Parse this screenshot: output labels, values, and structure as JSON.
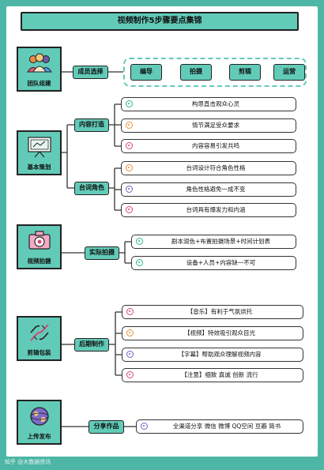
{
  "title": "视频制作5步骤要点集锦",
  "sections": [
    {
      "label": "团队组建",
      "icon": "team-icon"
    },
    {
      "label": "基本策划",
      "icon": "presentation-icon"
    },
    {
      "label": "视频拍摄",
      "icon": "camera-icon"
    },
    {
      "label": "剪辑包装",
      "icon": "dna-icon"
    },
    {
      "label": "上传发布",
      "icon": "globe-icon"
    }
  ],
  "team": {
    "category": "成员选择",
    "roles": [
      "编导",
      "拍摄",
      "剪辑",
      "运营"
    ]
  },
  "planning": {
    "content": {
      "category": "内容打造",
      "items": [
        "构思直击观众心灵",
        "情节满足受众要求",
        "内容容易引发共鸣"
      ]
    },
    "lines": {
      "category": "台词角色",
      "items": [
        "台词设计符合角色性格",
        "角色性格避免一成不变",
        "台词具有爆发力和内涵"
      ]
    }
  },
  "shooting": {
    "category": "实际拍摄",
    "items": [
      "剧本润色+布置拍摄场景+时间计划表",
      "设备+人员+内容缺一不可"
    ]
  },
  "editing": {
    "category": "后期制作",
    "items": [
      "【音乐】有利于气氛烘托",
      "【视频】特效吸引观众目光",
      "【字幕】帮助观众理解视频内容",
      "【注意】细致 真诚 创新 流行"
    ]
  },
  "publish": {
    "category": "分享作品",
    "items": [
      "全渠道分享 微信 微博 QQ空间 豆瓣 简书"
    ]
  },
  "watermark": "知乎 @大数据资讯",
  "colors": {
    "background": "#4db6a6",
    "accent": "#62cbb8",
    "dot_green": "#2eb88a",
    "dot_orange": "#e8913a",
    "dot_pink": "#d9467a",
    "dot_purple": "#7b5cc4"
  }
}
